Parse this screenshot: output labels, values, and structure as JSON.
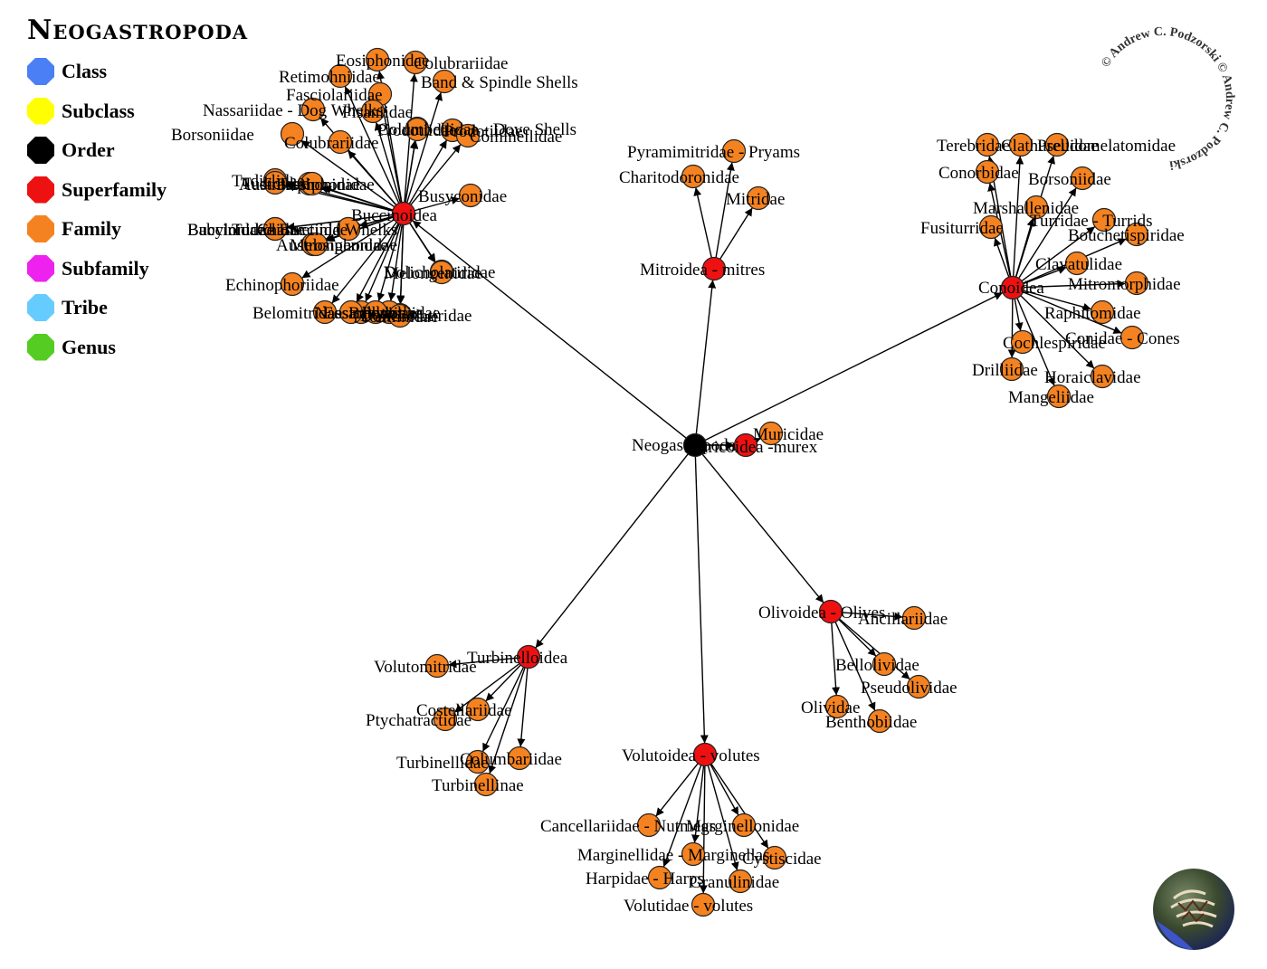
{
  "title": "Neogastropoda",
  "legend": {
    "items": [
      {
        "label": "Class",
        "color": "#4a7ff5"
      },
      {
        "label": "Subclass",
        "color": "#ffff00"
      },
      {
        "label": "Order",
        "color": "#000000"
      },
      {
        "label": "Superfamily",
        "color": "#ee1111"
      },
      {
        "label": "Family",
        "color": "#f58220"
      },
      {
        "label": "Subfamily",
        "color": "#ee22ee"
      },
      {
        "label": "Tribe",
        "color": "#66ccff"
      },
      {
        "label": "Genus",
        "color": "#55cc22"
      }
    ]
  },
  "copyright": "© Andrew C. Podzorski © Andrew C. Podzorski",
  "logo_icon": "shell-logo-icon",
  "graph": {
    "root": {
      "id": "neogastropoda",
      "label": "Neogastropoda",
      "rank": "Order"
    },
    "superfamilies": [
      {
        "id": "buccinoidea",
        "label": "Buccinoidea",
        "rank": "Superfamily",
        "families": [
          "Eosiphonidae",
          "Colubrariidae",
          "Retimohniidae",
          "Fasciolariidae",
          "Band & Spindle Shells",
          "Nassariidae - Dog Whelks",
          "Pisaniidae",
          "Columbellidae - Dove Shells",
          "Borsoniidae",
          "Prodotiidae",
          "Colubrariidae",
          "Cominellidae",
          "Austrosiphonidae",
          "Busyconidae",
          "Tudiclidae",
          "Chauvetiidae",
          "Buccinidae - Buccinid Whelks",
          "Melongenidae",
          "Dolicholatiridae",
          "Echinophoriidae",
          "Belomitridae",
          "Eosiphonidae",
          "Dolicholatiridae",
          "Nassariidae",
          "Photidae",
          "Babyloniidae",
          "Tudicidae",
          "Prosiphonidae",
          "Tomlinidae",
          "Austrosiphonidae",
          "Babylonidae",
          "Melongenidae",
          "Tudiclidae",
          "Prodotiidae"
        ]
      },
      {
        "id": "mitroidea",
        "label": "Mitroidea - mitres",
        "rank": "Superfamily",
        "families": [
          "Pyramimitridae - Pryams",
          "Charitodoronidae",
          "Mitridae"
        ]
      },
      {
        "id": "conoidea",
        "label": "Conoidea",
        "rank": "Superfamily",
        "families": [
          "Terebridae",
          "Clathurellidae",
          "Conorbidae",
          "Borsoniidae",
          "Pseudomelatomidae",
          "Marshallenidae",
          "Turridae - Turrids",
          "Fusiturridae",
          "Bouchetispiridae",
          "Clavatulidae",
          "Mitromorphidae",
          "Raphitomidae",
          "Conidae - Cones",
          "Cochlespiridae",
          "Drilliidae",
          "Horaiclavidae",
          "Mangeliidae"
        ]
      },
      {
        "id": "muricoidea",
        "label": "Muricoidea -murex",
        "rank": "Superfamily",
        "families": [
          "Muricidae"
        ]
      },
      {
        "id": "olivoidea",
        "label": "Olivoidea - Olives",
        "rank": "Superfamily",
        "families": [
          "Ancillariidae",
          "Bellolividae",
          "Pseudolividae",
          "Olividae",
          "Benthobiidae"
        ]
      },
      {
        "id": "volutoidea",
        "label": "Volutoidea - volutes",
        "rank": "Superfamily",
        "families": [
          "Cancellariidae - Nutmegs",
          "Marginellonidae",
          "Marginellidae - Marginellas",
          "Cystiscidae",
          "Harpidae - Harps",
          "Granulinidae",
          "Volutidae - volutes"
        ]
      },
      {
        "id": "turbinelloidea",
        "label": "Turbinelloidea",
        "rank": "Superfamily",
        "families": [
          "Volutomitridae",
          "Costellariidae",
          "Ptychatractidae",
          "Turbinellidae",
          "Columbariidae",
          "Turbinellinae"
        ]
      }
    ],
    "visible_labels": {
      "buccinoidea_children": [
        "Eosiphonidae",
        "Cominellidae",
        "Retimohniidae",
        "Fasciolariidae",
        "Band & Spindle Shells",
        "Nassariidae - Dog Whelks",
        "Pisaniidae",
        "Prodotiidae",
        "Columbellidae - Dove Shells",
        "Colubrariidae",
        "Belomitridae",
        "Austrosiphonidae",
        "Busyconidae",
        "Tudiclidae",
        "Chauvetiidae",
        "Buccinidae - Buccinid Whelks",
        "Melongenidae",
        "Dolicholatiridae",
        "Echinophoriidae",
        "Photidae",
        "Babyloniidae",
        "Prosiphonidae",
        "Tudicidae",
        "Eosiphonidae",
        "Retimohniidae"
      ]
    }
  }
}
